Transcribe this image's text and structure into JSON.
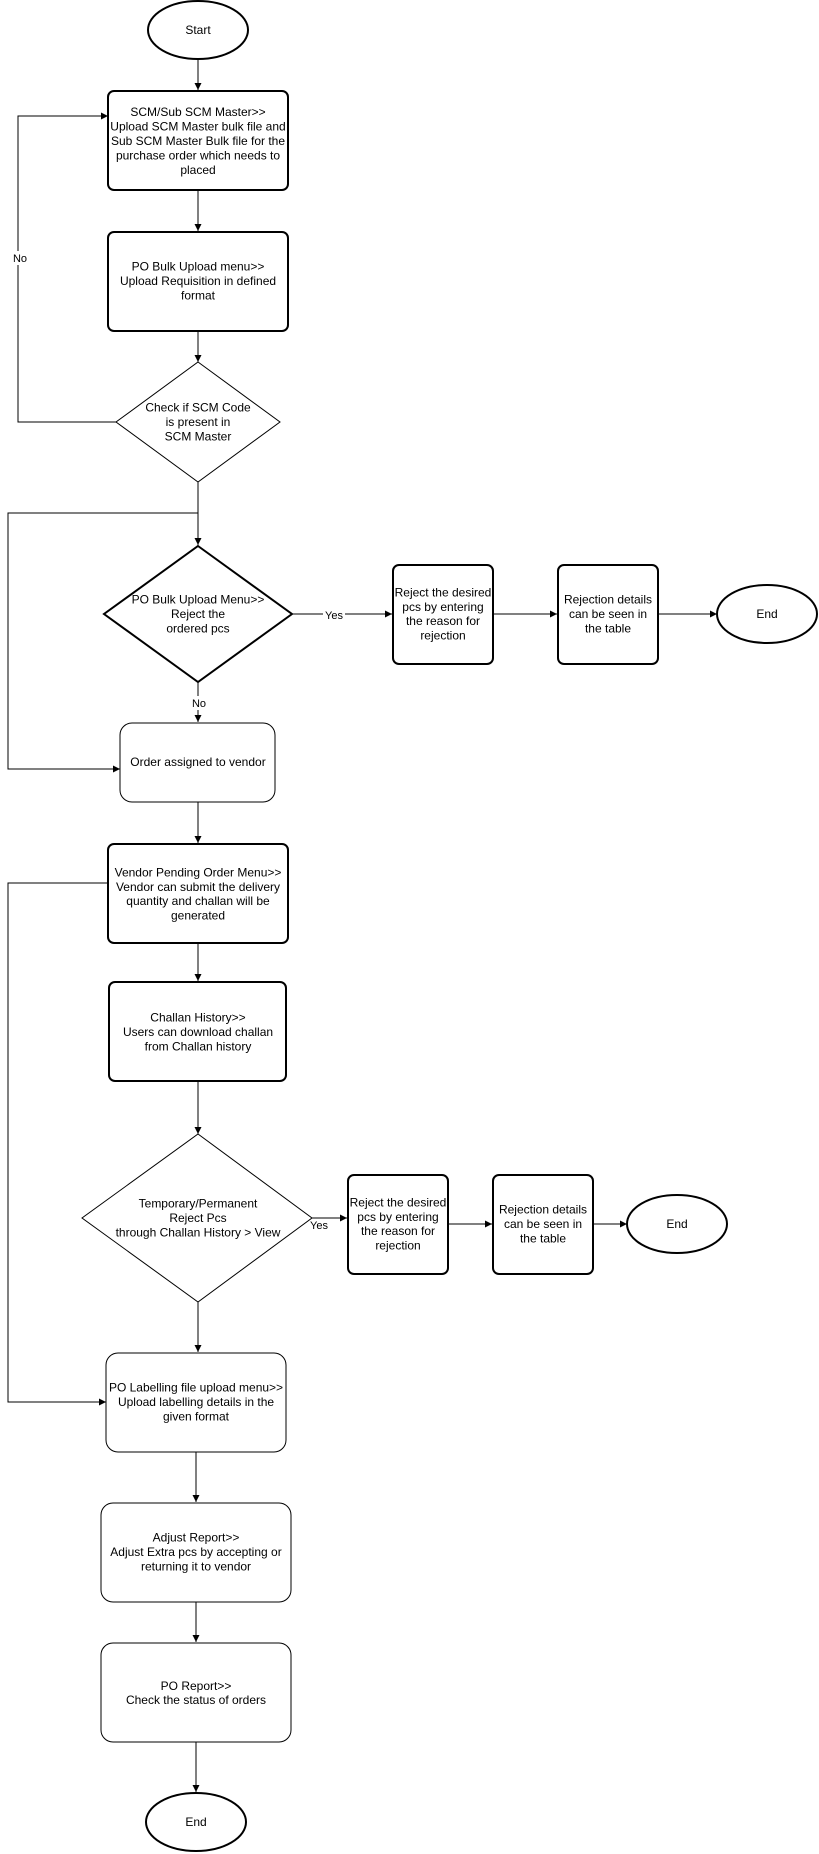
{
  "nodes": {
    "start": "Start",
    "scm_master": "SCM/Sub SCM Master>>\nUpload SCM Master bulk file and\nSub SCM Master Bulk file for the\npurchase order which needs to\nplaced",
    "po_bulk_upload": "PO Bulk Upload menu>>\nUpload Requisition in defined\nformat",
    "check_scm": "Check if SCM Code\nis present in\nSCM Master",
    "reject_ordered": "PO Bulk Upload Menu>>\nReject the\nordered pcs",
    "reject_desired_1": "Reject the desired\npcs by entering\nthe reason for\nrejection",
    "rejection_details_1": "Rejection details\ncan be seen in\nthe table",
    "end_1": "End",
    "order_assigned": "Order assigned to vendor",
    "vendor_pending": "Vendor Pending Order Menu>>\nVendor can submit the delivery\nquantity and challan will be\ngenerated",
    "challan_history": "Challan History>>\nUsers can download challan\nfrom Challan history",
    "temp_perm_reject": "Temporary/Permanent\nReject Pcs\nthrough Challan History > View",
    "reject_desired_2": "Reject the desired\npcs by entering\nthe reason for\nrejection",
    "rejection_details_2": "Rejection details\ncan be seen in\nthe table",
    "end_2": "End",
    "po_labelling": "PO Labelling file upload menu>>\nUpload labelling details in the\ngiven format",
    "adjust_report": "Adjust Report>>\nAdjust Extra pcs by accepting or\nreturning it to vendor",
    "po_report": "PO Report>>\nCheck the status of orders",
    "end_final": "End"
  },
  "edge_labels": {
    "no_scm": "No",
    "yes_reject_1": "Yes",
    "no_reject_1": "No",
    "yes_reject_2": "Yes"
  }
}
